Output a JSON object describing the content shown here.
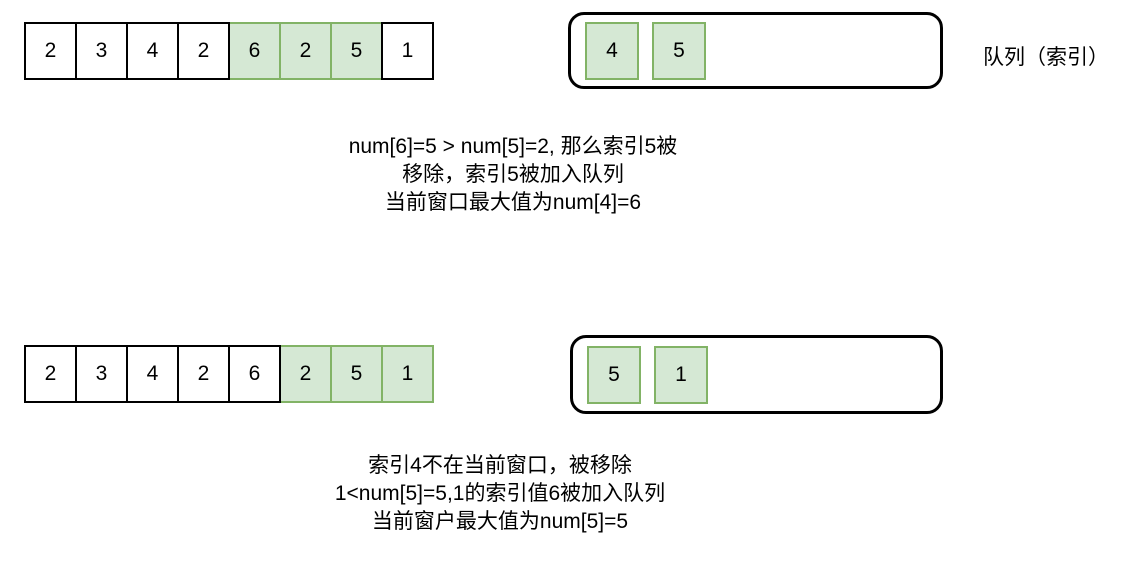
{
  "queue_label": "队列（索引）",
  "colors": {
    "highlight_fill": "#d5e8d4",
    "highlight_border": "#82b366",
    "outline": "#000000"
  },
  "steps": [
    {
      "array": {
        "values": [
          2,
          3,
          4,
          2,
          6,
          2,
          5,
          1
        ],
        "highlighted": [
          4,
          5,
          6
        ]
      },
      "queue": [
        4,
        5
      ],
      "caption": [
        "num[6]=5  > num[5]=2, 那么索引5被",
        "移除，索引5被加入队列",
        "当前窗口最大值为num[4]=6"
      ]
    },
    {
      "array": {
        "values": [
          2,
          3,
          4,
          2,
          6,
          2,
          5,
          1
        ],
        "highlighted": [
          5,
          6,
          7
        ]
      },
      "queue": [
        5,
        1
      ],
      "caption": [
        "索引4不在当前窗口，被移除",
        "1<num[5]=5,1的索引值6被加入队列",
        "当前窗户最大值为num[5]=5"
      ]
    }
  ]
}
